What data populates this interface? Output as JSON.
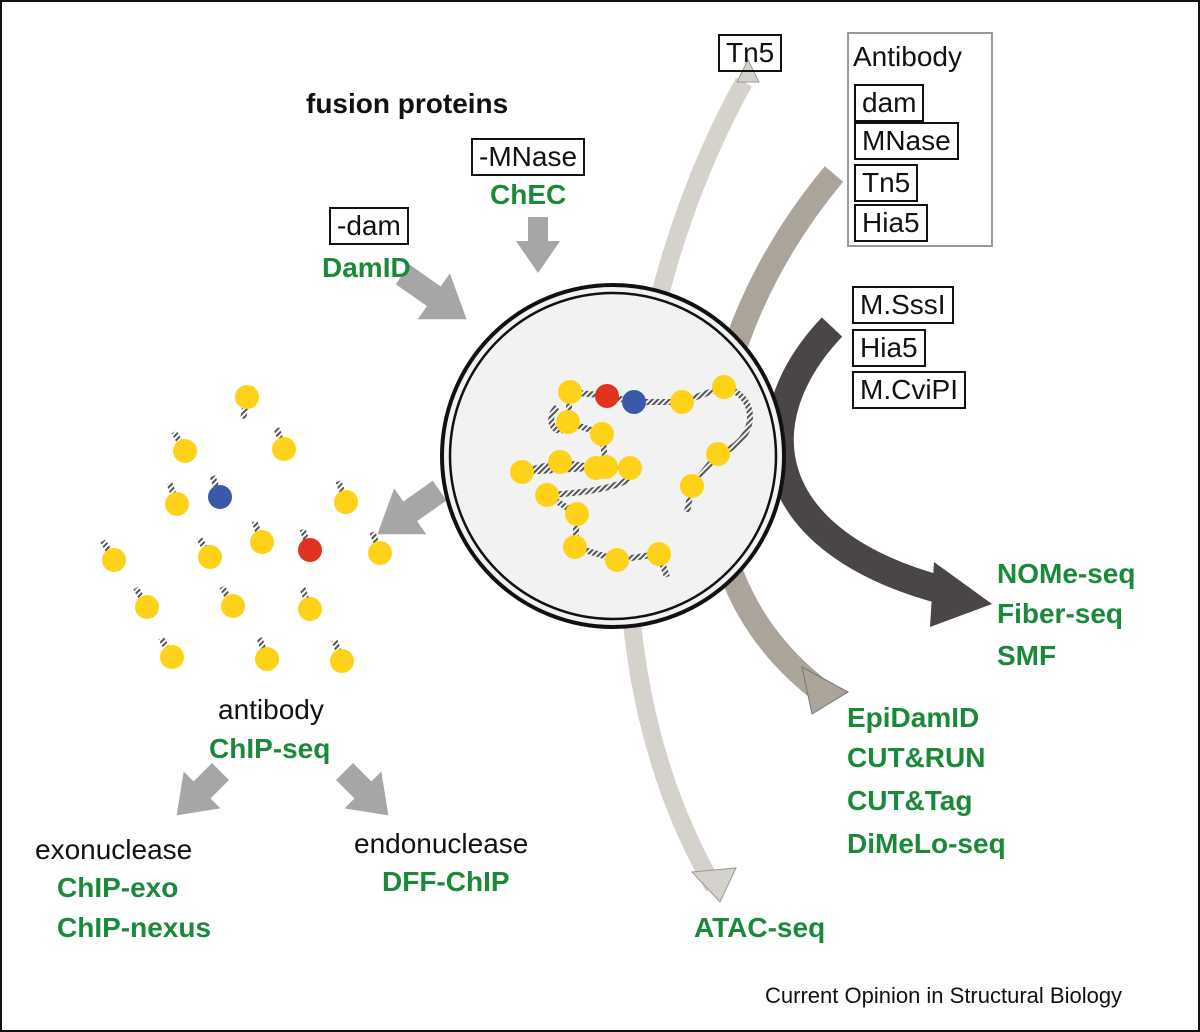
{
  "title": "fusion proteins",
  "fusion": {
    "dam": {
      "enzyme": "-dam",
      "method": "DamID"
    },
    "mnase": {
      "enzyme": "-MNase",
      "method": "ChEC"
    }
  },
  "antibody_panel": {
    "heading": "Antibody",
    "items": [
      "dam",
      "MNase",
      "Tn5",
      "Hia5"
    ]
  },
  "tn5_label": "Tn5",
  "methyltransferases": [
    "M.SssI",
    "Hia5",
    "M.CviPI"
  ],
  "outputs": {
    "methylation": [
      "NOMe-seq",
      "Fiber-seq",
      "SMF"
    ],
    "antibody_tethered": [
      "EpiDamID",
      "CUT&RUN",
      "CUT&Tag",
      "DiMeLo-seq"
    ],
    "atac": "ATAC-seq"
  },
  "chip": {
    "label": "antibody",
    "method": "ChIP-seq",
    "exo": {
      "label": "exonuclease",
      "methods": [
        "ChIP-exo",
        "ChIP-nexus"
      ]
    },
    "endo": {
      "label": "endonuclease",
      "method": "DFF-ChIP"
    }
  },
  "credit": "Current Opinion in Structural Biology",
  "colors": {
    "green_text": "#1a8a3a",
    "nucleosome": "#ffd21a",
    "red_marker": "#e0321e",
    "blue_marker": "#3a5aa8",
    "arrow_light": "#d5d2cc",
    "arrow_mid": "#aaa49b",
    "arrow_dark": "#4a4547",
    "arrow_gray": "#a6a6a6"
  }
}
